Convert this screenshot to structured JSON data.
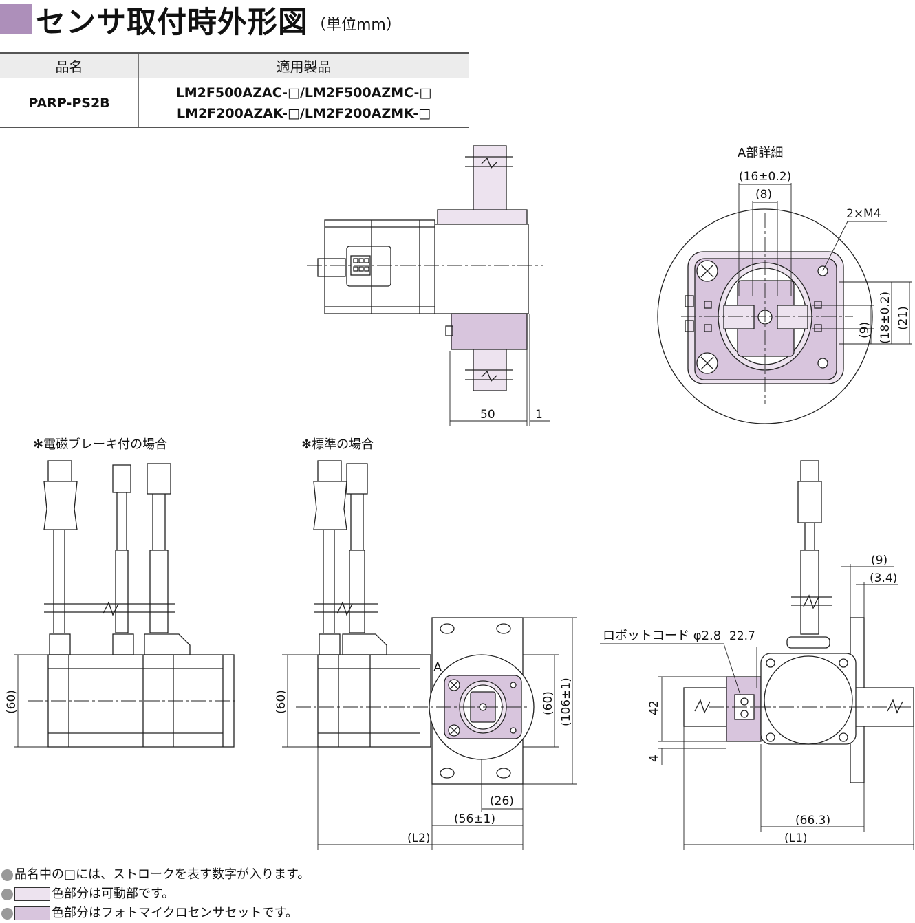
{
  "header": {
    "title": "センサ取付時外形図",
    "unit": "（単位mm）",
    "accent_color": "#ad8fba"
  },
  "spec_table": {
    "headers": [
      "品名",
      "適用製品"
    ],
    "rows": [
      {
        "name": "PARP-PS2B",
        "products": [
          "LM2F500AZAC-□/LM2F500AZMC-□",
          "LM2F200AZAK-□/LM2F200AZMK-□"
        ]
      }
    ]
  },
  "drawing": {
    "detail_title": "A部詳細",
    "case_brake": "✻電磁ブレーキ付の場合",
    "case_standard": "✻標準の場合",
    "cord_label": "ロボットコード φ2.8",
    "view_marker": "A",
    "dims": {
      "d_50": "50",
      "d_1": "1",
      "d_16": "(16±0.2)",
      "d_8": "(8)",
      "d_m4": "2×M4",
      "d_9v": "(9)",
      "d_18": "(18±0.2)",
      "d_21": "(21)",
      "d_60a": "(60)",
      "d_60b": "(60)",
      "d_60c": "(60)",
      "d_106": "(106±1)",
      "d_26": "(26)",
      "d_56": "(56±1)",
      "d_L2": "(L2)",
      "d_227": "22.7",
      "d_42": "42",
      "d_4": "4",
      "d_9h": "(9)",
      "d_34": "(3.4)",
      "d_663": "(66.3)",
      "d_L1": "(L1)"
    },
    "movable_color": "#ede3ef",
    "sensor_color": "#d8c5dd"
  },
  "notes": [
    "品名中の□には、ストロークを表す数字が入ります。",
    "色部分は可動部です。",
    "色部分はフォトマイクロセンサセットです。"
  ]
}
